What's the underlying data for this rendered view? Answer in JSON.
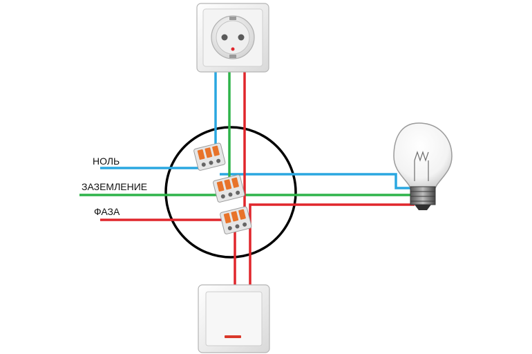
{
  "labels": {
    "neutral": "НОЛЬ",
    "ground": "ЗАЗЕМЛЕНИЕ",
    "phase": "ФАЗА"
  },
  "colors": {
    "neutral": "#2aa7e0",
    "ground": "#2fb34a",
    "phase": "#e0262c",
    "junction_box": "#000000",
    "connector_lever": "#e8732a",
    "switch_indicator": "#d9382a"
  },
  "icons": {
    "socket": "socket-icon",
    "lamp": "light-bulb-icon",
    "switch": "wall-switch-icon",
    "connector": "wago-connector-icon"
  }
}
